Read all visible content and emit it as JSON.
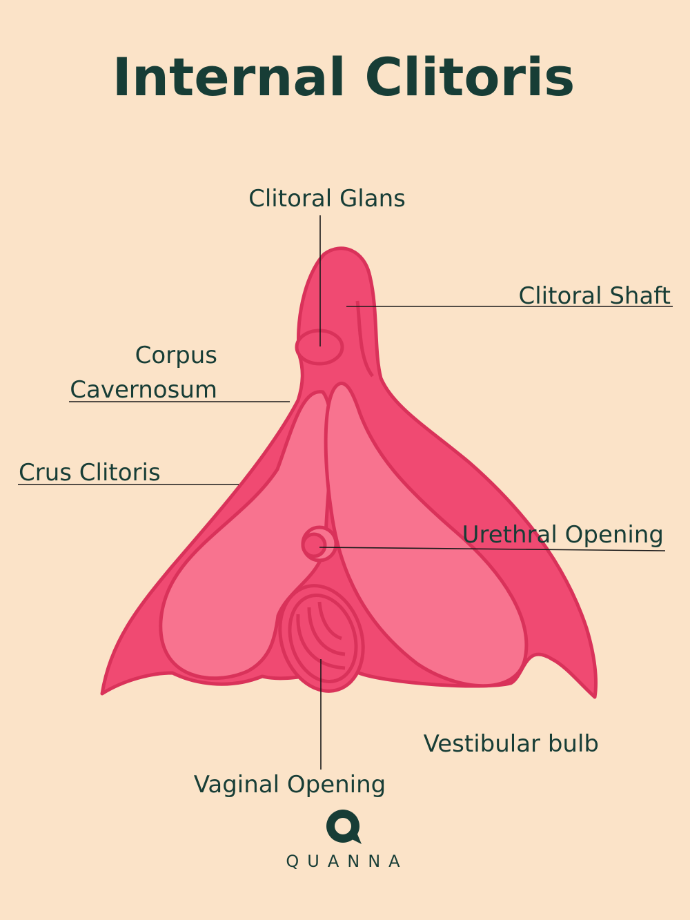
{
  "title": "Internal Clitoris",
  "labels": {
    "clitoral_glans": "Clitoral Glans",
    "clitoral_shaft": "Clitoral Shaft",
    "corpus": "Corpus",
    "cavernosum": "Cavernosum",
    "crus_clitoris": "Crus Clitoris",
    "urethral_opening": "Urethral Opening",
    "vestibular_bulb": "Vestibular bulb",
    "vaginal_opening": "Vaginal Opening"
  },
  "brand": "QUANNA",
  "colors": {
    "background": "#fbe3c8",
    "text": "#173d36",
    "body": "#f04a72",
    "bulb": "#f8738f",
    "outline": "#d9325a"
  }
}
